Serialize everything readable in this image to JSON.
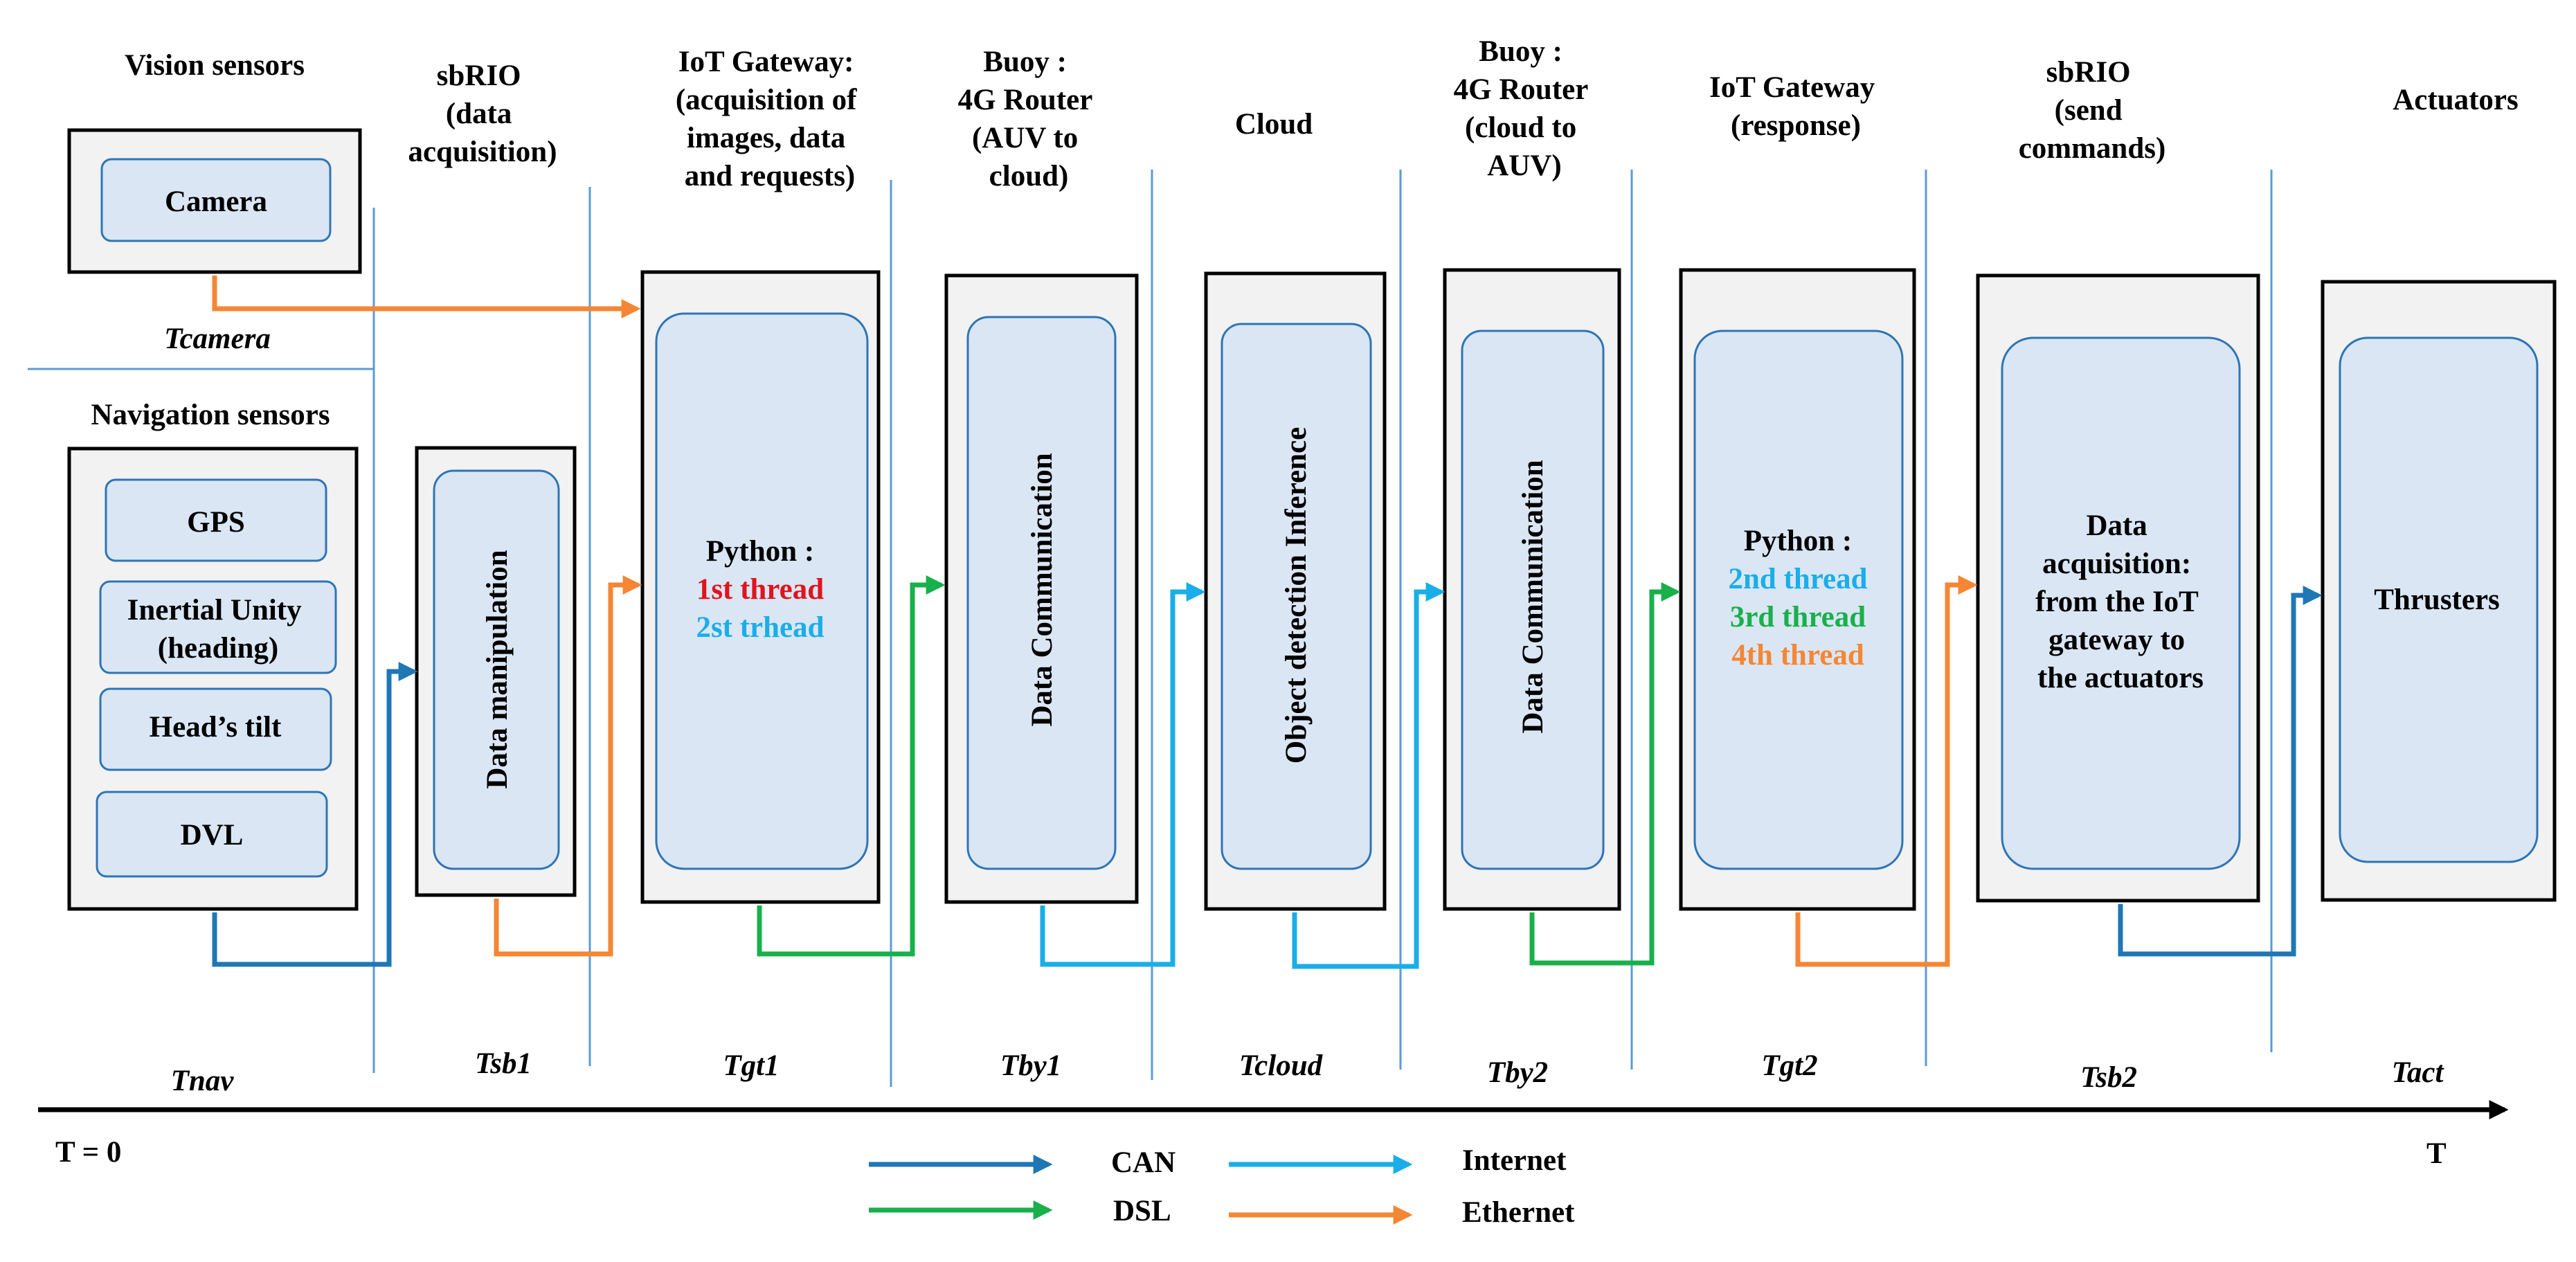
{
  "colors": {
    "can": "#1f77b4",
    "dsl": "#19b04b",
    "internet": "#1aaee8",
    "ethernet": "#f58634",
    "thread_1": "#e0141e",
    "thread_2": "#1aaee8",
    "thread_3": "#19b04b",
    "thread_4": "#f58634",
    "box_fill": "#f2f2f2",
    "inner_fill": "#dae6f4",
    "inner_border": "#2e75b6",
    "divider": "#5b9bd5"
  },
  "columns": {
    "vision": [
      "Vision sensors"
    ],
    "sbrio1": [
      "sbRIO",
      "(data",
      "acquisition)"
    ],
    "gateway1": [
      "IoT Gateway:",
      "(acquisition of",
      "images, data",
      "and requests)"
    ],
    "buoy1": [
      "Buoy :",
      "4G Router",
      "(AUV to",
      "cloud)"
    ],
    "cloud": [
      "Cloud"
    ],
    "buoy2": [
      "Buoy :",
      "4G Router",
      "(cloud to",
      "AUV)"
    ],
    "gateway2": [
      "IoT Gateway",
      "(response)"
    ],
    "sbrio2": [
      "sbRIO",
      "(send",
      "commands)"
    ],
    "actuators": [
      "Actuators"
    ],
    "navigation": [
      "Navigation sensors"
    ]
  },
  "boxes": {
    "camera": "Camera",
    "gps": "GPS",
    "inertial": [
      "Inertial Unity",
      "(heading)"
    ],
    "head_tilt": "Head’s tilt",
    "dvl": "DVL",
    "data_manipulation": "Data manipulation",
    "gateway1_title": "Python :",
    "gateway1_threads": [
      "1st thread",
      "2st trhead"
    ],
    "data_comm_1": "Data Communication",
    "object_detection": "Object detection Inference",
    "data_comm_2": "Data Communication",
    "gateway2_title": "Python :",
    "gateway2_threads": [
      "2nd thread",
      "3rd thread",
      "4th thread"
    ],
    "sbrio2_text": [
      "Data",
      "acquisition:",
      "from the IoT",
      "gateway to",
      "the actuators"
    ],
    "thrusters": "Thrusters"
  },
  "times": {
    "camera": "Tcamera",
    "nav": "Tnav",
    "sb1": "Tsb1",
    "gt1": "Tgt1",
    "by1": "Tby1",
    "cloud": "Tcloud",
    "by2": "Tby2",
    "gt2": "Tgt2",
    "sb2": "Tsb2",
    "act": "Tact"
  },
  "axis": {
    "start": "T = 0",
    "end": "T"
  },
  "legend": {
    "can": "CAN",
    "dsl": "DSL",
    "internet": "Internet",
    "ethernet": "Ethernet"
  }
}
